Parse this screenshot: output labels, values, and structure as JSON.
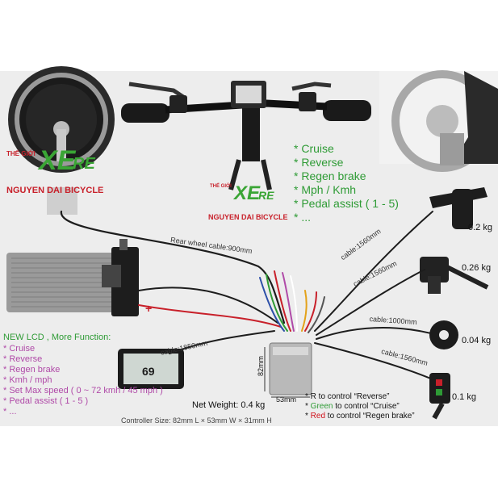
{
  "top_functions": [
    "* Cruise",
    "* Reverse",
    "* Regen brake",
    "* Mph / Kmh",
    "* Pedal assist ( 1 - 5)",
    "* ..."
  ],
  "lcd_panel": {
    "title": "NEW LCD , More Function:",
    "items": [
      "* Cruise",
      "* Reverse",
      "* Regen brake",
      "* Kmh / mph",
      "* Set Max speed ( 0 ~ 72 kmh / 45 mph )",
      "* Pedal assist ( 1 - 5 )",
      "* ..."
    ]
  },
  "cables": {
    "rear_wheel": "Rear wheel cable:900mm",
    "lcd": "cable:1850mm",
    "throttle": "cable:1560mm",
    "brake": "cable:1560mm",
    "pas": "cable:1000mm",
    "switch": "cable:1560mm"
  },
  "weights": {
    "throttle": "0.2 kg",
    "brake": "0.26 kg",
    "pas": "0.04 kg",
    "switch": "0.1 kg"
  },
  "controller": {
    "height_label": "82mm",
    "width_label": "53mm",
    "net_weight": "Net Weight: 0.4 kg",
    "size": "Controller Size: 82mm L × 53mm W × 31mm H"
  },
  "switch_notes": {
    "r_prefix": "* R to control “Reverse”",
    "g_star": "* ",
    "g_word": "Green",
    "g_rest": " to control “Cruise”",
    "red_star": "* ",
    "red_word": "Red",
    "red_rest": " to control “Regen brake”"
  },
  "battery_plus": "+",
  "lcd_reading": "69",
  "logo": {
    "small": "THẾ GIỚI",
    "big": "XE",
    "big2": "RE",
    "bottom": "NGUYEN DAI BICYCLE"
  },
  "colors": {
    "green": "#2e9b35",
    "pink": "#b04aa8",
    "red": "#d0101a",
    "logo_green": "#3aa535",
    "logo_blue": "#2c4fa8"
  }
}
